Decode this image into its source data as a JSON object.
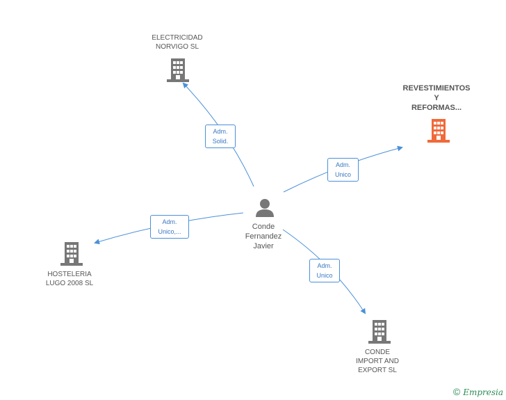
{
  "colors": {
    "edge": "#4a90d9",
    "building": "#777777",
    "building_highlight": "#f06a3a",
    "person": "#777777"
  },
  "center": {
    "name_lines": [
      "Conde",
      "Fernandez",
      "Javier"
    ]
  },
  "companies": [
    {
      "id": "electricidad",
      "lines": [
        "ELECTRICIDAD",
        "NORVIGO SL"
      ],
      "highlight": false
    },
    {
      "id": "revestimientos",
      "lines": [
        "REVESTIMIENTOS",
        "Y",
        "REFORMAS..."
      ],
      "highlight": true
    },
    {
      "id": "hosteleria",
      "lines": [
        "HOSTELERIA",
        "LUGO 2008 SL"
      ],
      "highlight": false
    },
    {
      "id": "conde-import",
      "lines": [
        "CONDE",
        "IMPORT AND",
        "EXPORT SL"
      ],
      "highlight": false
    }
  ],
  "relations": [
    {
      "target": "electricidad",
      "lines": [
        "Adm.",
        "Solid."
      ]
    },
    {
      "target": "revestimientos",
      "lines": [
        "Adm.",
        "Unico"
      ]
    },
    {
      "target": "hosteleria",
      "lines": [
        "Adm.",
        "Unico,..."
      ]
    },
    {
      "target": "conde-import",
      "lines": [
        "Adm.",
        "Unico"
      ]
    }
  ],
  "footer": {
    "copyright": "©",
    "brand": "Empresia"
  }
}
